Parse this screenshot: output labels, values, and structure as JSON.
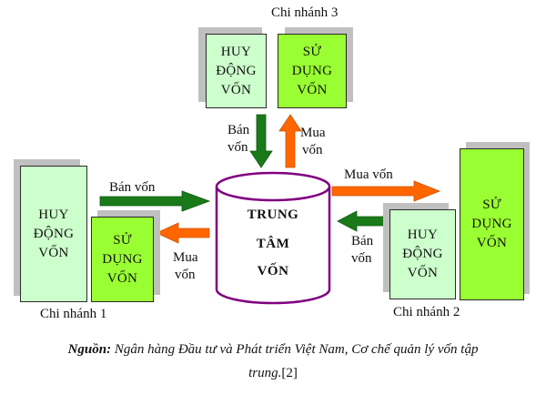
{
  "colors": {
    "huy_dong_fill": "#ccffcc",
    "su_dung_fill": "#99ff33",
    "shadow": "#c0c0c0",
    "ban_von_arrow": "#1a7a1a",
    "mua_von_arrow": "#ff6600",
    "cylinder_stroke": "#800080"
  },
  "center": {
    "line1": "TRUNG",
    "line2": "TÂM",
    "line3": "VỐN"
  },
  "branch3": {
    "label": "Chi  nhánh 3",
    "huy_dong": [
      "HUY",
      "ĐỘNG",
      "VỐN"
    ],
    "su_dung": [
      "SỬ",
      "DỤNG",
      "VỐN"
    ],
    "ban_von": [
      "Bán",
      "vốn"
    ],
    "mua_von": [
      "Mua",
      "vốn"
    ]
  },
  "branch1": {
    "label": "Chi  nhánh 1",
    "huy_dong": [
      "HUY",
      "ĐỘNG",
      "VỐN"
    ],
    "su_dung": [
      "SỬ",
      "DỤNG",
      "VỐN"
    ],
    "ban_von": "Bán vốn",
    "mua_von": [
      "Mua",
      "vốn"
    ]
  },
  "branch2": {
    "label": "Chi  nhánh 2",
    "huy_dong": [
      "HUY",
      "ĐỘNG",
      "VỐN"
    ],
    "su_dung": [
      "SỬ",
      "DỤNG",
      "VỐN"
    ],
    "mua_von": "Mua vốn",
    "ban_von": [
      "Bán",
      "vốn"
    ]
  },
  "caption": {
    "source_label": "Nguồn:",
    "line1_text": " Ngân hàng Đầu tư và Phát triển Việt Nam, Cơ chế quản lý vốn tập",
    "line2_text": "trung.",
    "reference": "[2]"
  }
}
